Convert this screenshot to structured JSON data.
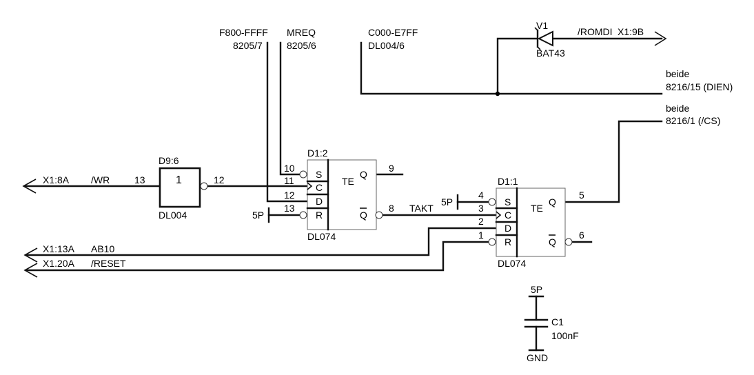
{
  "labels": {
    "f800": "F800-FFFF",
    "p8205_7": "8205/7",
    "mreq": "MREQ",
    "p8205_6": "8205/6",
    "c000": "C000-E7FF",
    "dl004_6": "DL004/6",
    "v1": "V1",
    "bat43": "BAT43",
    "romdi": "/ROMDI",
    "x1_9b": "X1:9B",
    "beide1": "beide",
    "dien": "8216/15  (DIEN)",
    "beide2": "beide",
    "cs": "8216/1    (/CS)",
    "x1_8a": "X1:8A",
    "wr": "/WR",
    "x1_13a": "X1:13A",
    "ab10": "AB10",
    "x1_20a": "X1.20A",
    "reset": "/RESET",
    "takt": "TAKT",
    "p5p_a": "5P",
    "p5p_b": "5P",
    "p5p_c": "5P",
    "c1": "C1",
    "c1_val": "100nF",
    "gnd": "GND"
  },
  "gate_d9": {
    "ref": "D9:6",
    "symbol": "1",
    "type": "DL004",
    "pin_in": "13",
    "pin_out": "12"
  },
  "ff1": {
    "ref": "D1:2",
    "type": "DL074",
    "title": "TE",
    "pins": {
      "s": "S",
      "c": "C",
      "d": "D",
      "r": "R",
      "q": "Q",
      "qn": "Q"
    },
    "nums": {
      "s": "10",
      "c": "11",
      "d": "12",
      "r": "13",
      "q": "9",
      "qn": "8"
    }
  },
  "ff2": {
    "ref": "D1:1",
    "type": "DL074",
    "title": "TE",
    "pins": {
      "s": "S",
      "c": "C",
      "d": "D",
      "r": "R",
      "q": "Q",
      "qn": "Q"
    },
    "nums": {
      "s": "4",
      "c": "3",
      "d": "2",
      "r": "1",
      "q": "5",
      "qn": "6"
    }
  }
}
